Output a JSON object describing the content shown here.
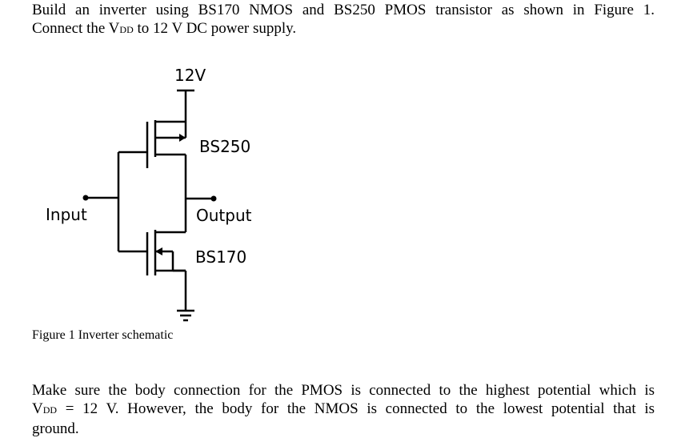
{
  "intro": {
    "line1": "Build an inverter using BS170 NMOS and BS250 PMOS transistor as shown in Figure 1.",
    "line2_pre": "Connect the V",
    "line2_sub": "DD",
    "line2_post": " to 12 V DC power supply."
  },
  "schematic": {
    "supply_label": "12V",
    "pmos_label": "BS250",
    "input_label": "Input",
    "output_label": "Output",
    "nmos_label": "BS170"
  },
  "caption": "Figure 1 Inverter schematic",
  "outro": {
    "line1": "Make sure the body connection for the PMOS is connected to the highest potential which is",
    "line2_pre": "V",
    "line2_sub": "DD",
    "line2_post": " = 12 V. However, the body for the NMOS is connected to the lowest potential that is",
    "line3": "ground."
  }
}
